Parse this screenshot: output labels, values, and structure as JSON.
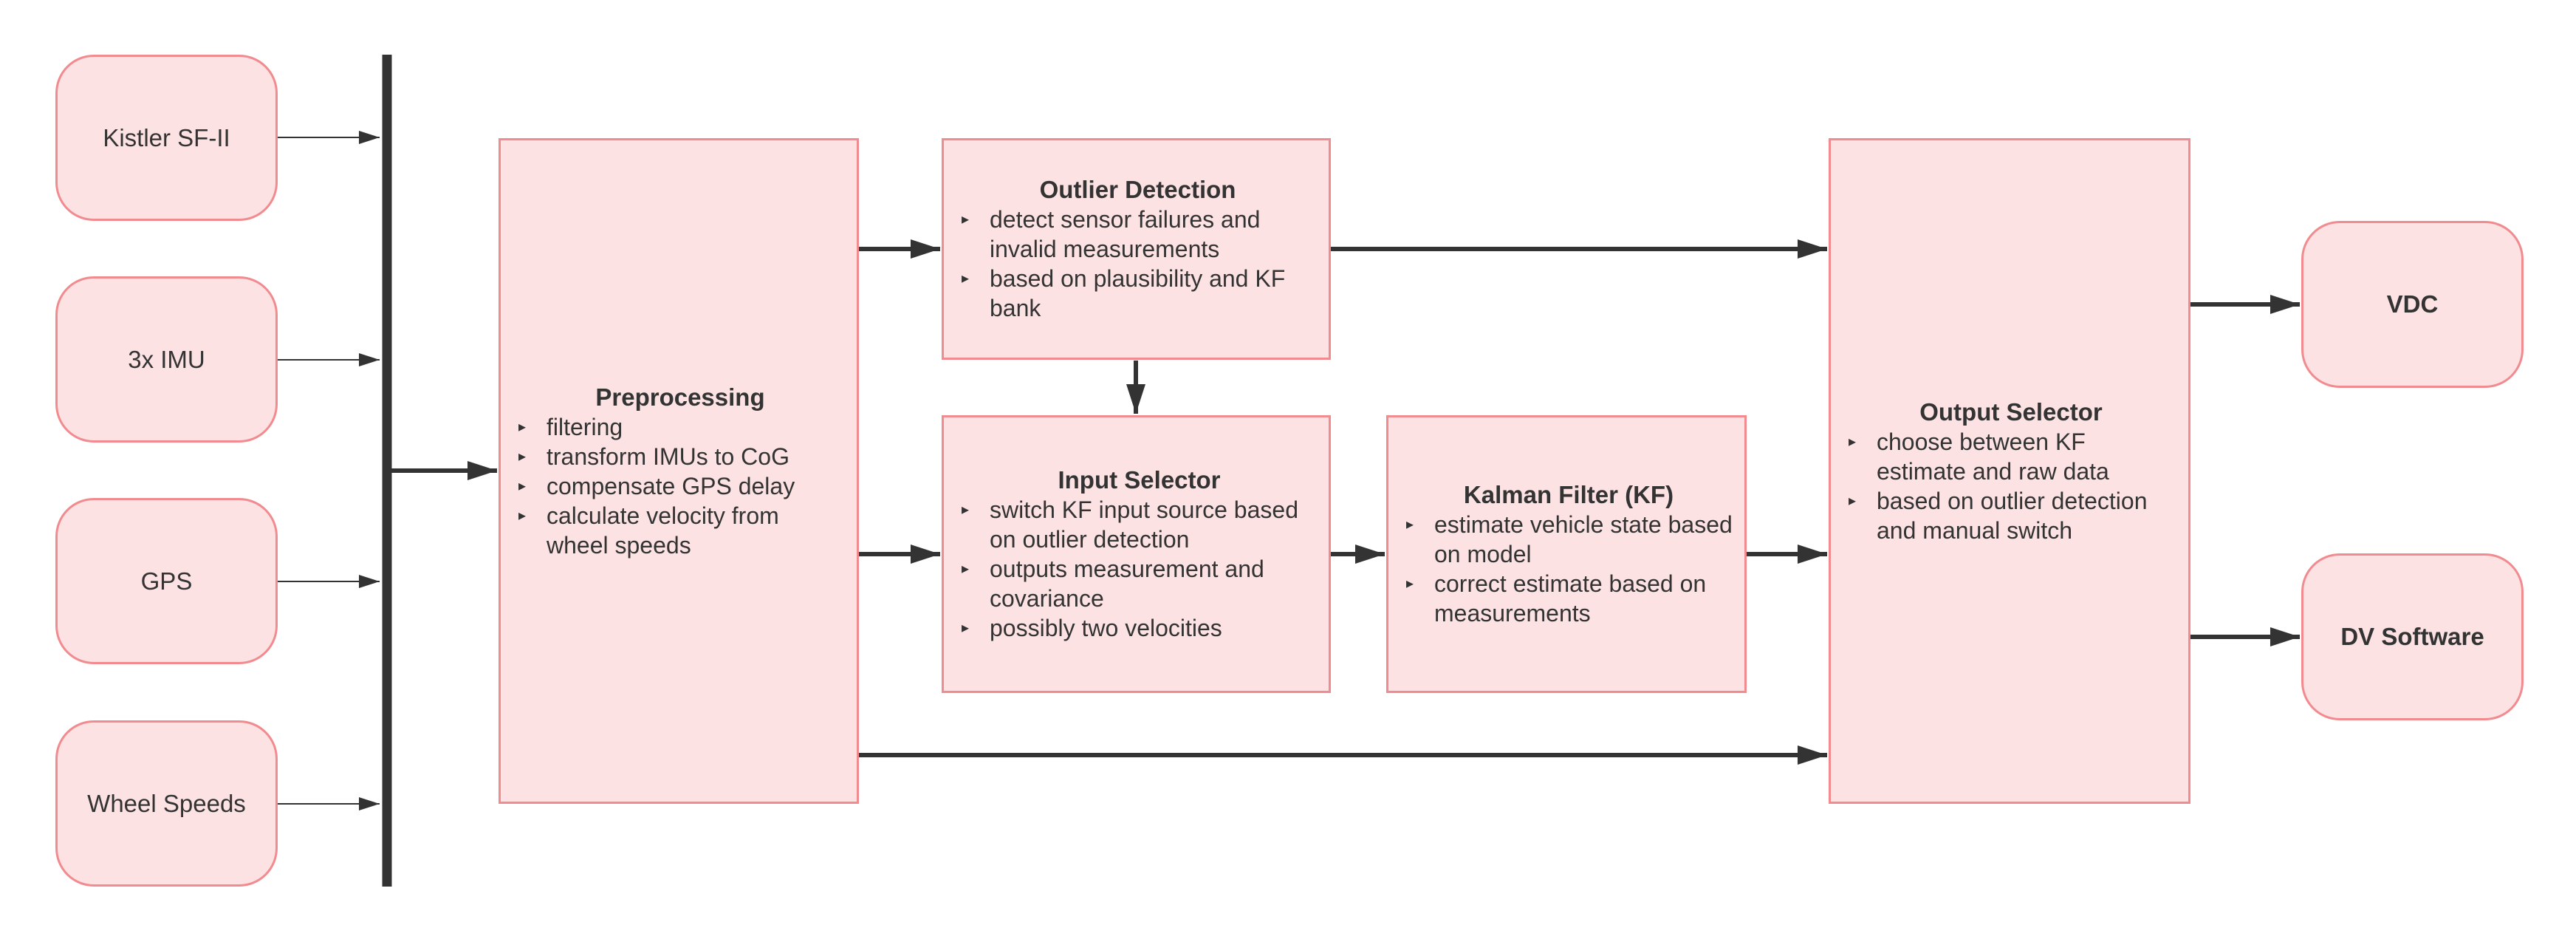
{
  "inputs": [
    {
      "label": "Kistler SF-II"
    },
    {
      "label": "3x IMU"
    },
    {
      "label": "GPS"
    },
    {
      "label": "Wheel Speeds"
    }
  ],
  "preprocessing": {
    "title": "Preprocessing",
    "items": [
      "filtering",
      "transform IMUs to CoG",
      "compensate GPS delay",
      "calculate velocity from wheel speeds"
    ]
  },
  "outlier_detection": {
    "title": "Outlier Detection",
    "items": [
      "detect sensor failures and invalid measurements",
      "based on plausibility and KF bank"
    ]
  },
  "input_selector": {
    "title": "Input Selector",
    "items": [
      "switch KF input source based on outlier detection",
      "outputs measurement and covariance",
      "possibly two velocities"
    ]
  },
  "kalman_filter": {
    "title": "Kalman Filter (KF)",
    "items": [
      "estimate vehicle state based on model",
      "correct estimate based on measurements"
    ]
  },
  "output_selector": {
    "title": "Output Selector",
    "items": [
      "choose between KF estimate and raw data",
      "based on outlier detection and manual switch"
    ]
  },
  "outputs": [
    {
      "label": "VDC"
    },
    {
      "label": "DV Software"
    }
  ],
  "colors": {
    "node_fill": "#fde2e3",
    "node_border": "#f28b8f",
    "line": "#333333",
    "text": "#333333"
  },
  "icons": {
    "bullet": "▸"
  }
}
